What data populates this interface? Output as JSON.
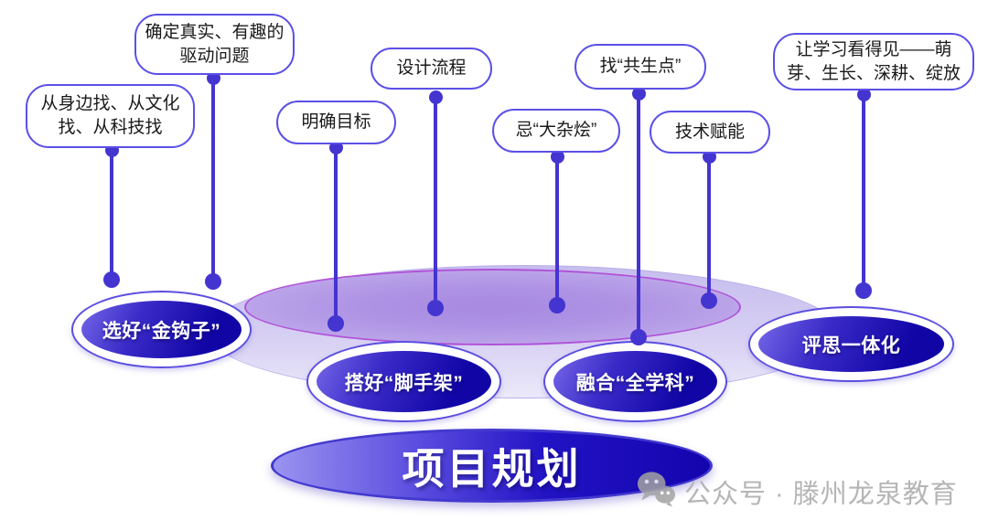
{
  "colors": {
    "background": "#ffffff",
    "callout_border": "#5b50e6",
    "callout_text": "#1a1a1a",
    "connector": "#4434d0",
    "node_border": "#5b4ee0",
    "node_gradient_light": "#7668e8",
    "node_gradient_dark": "#1105a6",
    "node_text": "#ffffff",
    "ellipse_outer_top": "#c6bdee",
    "ellipse_outer_bottom": "#ece9fa",
    "ellipse_inner_fill": "#ae93e4",
    "ellipse_inner_border": "#b054d8",
    "root_gradient_left": "#9a93f0",
    "root_gradient_right": "#1404ae",
    "root_border": "#4339cf",
    "root_text": "#ffffff",
    "watermark_text_color": "#b5b5b5",
    "watermark_icon_color": "#a3a3a3"
  },
  "callouts": [
    {
      "text": "从身边找、从文化找、从科技找"
    },
    {
      "text": "确定真实、有趣的驱动问题"
    },
    {
      "text": "明确目标"
    },
    {
      "text": "设计流程"
    },
    {
      "text": "忌“大杂烩”"
    },
    {
      "text": "找“共生点”"
    },
    {
      "text": "技术赋能"
    },
    {
      "text": "让学习看得见——萌芽、生长、深耕、绽放"
    }
  ],
  "nodes": [
    {
      "label": "选好“金钩子”"
    },
    {
      "label": "搭好“脚手架”"
    },
    {
      "label": "融合“全学科”"
    },
    {
      "label": "评思一体化"
    }
  ],
  "root": {
    "label": "项目规划"
  },
  "watermark": {
    "icon": "wechat-icon",
    "text": "公众号 · 滕州龙泉教育"
  }
}
